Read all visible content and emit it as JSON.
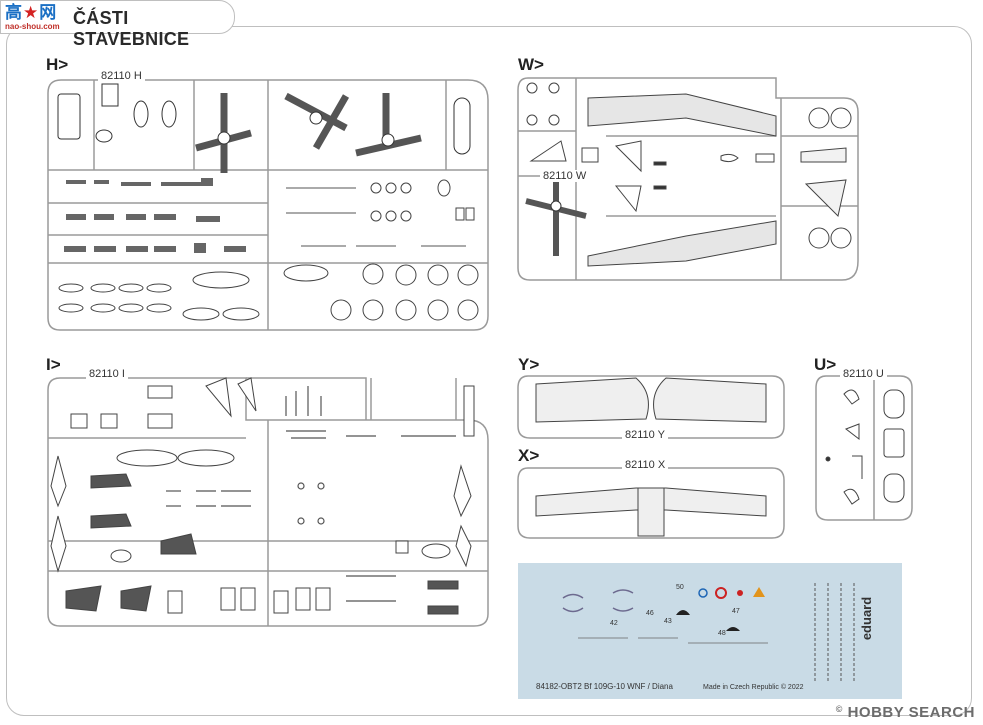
{
  "header": {
    "logo_cn_a": "高",
    "logo_cn_b": "网",
    "logo_url": "nao-shou.com",
    "title": "ČÁSTI STAVEBNICE"
  },
  "sprues": [
    {
      "label": "H>",
      "code": "82110 H"
    },
    {
      "label": "W>",
      "code": "82110 W"
    },
    {
      "label": "I>",
      "code": "82110 I"
    },
    {
      "label": "Y>",
      "code": "82110 Y"
    },
    {
      "label": "X>",
      "code": "82110 X"
    },
    {
      "label": "U>",
      "code": "82110 U"
    }
  ],
  "decal_sheet": {
    "info": "84182-OBT2  Bf 109G-10 WNF / Diana",
    "made": "Made in Czech Republic © 2022",
    "brand": "eduard",
    "numbers": [
      "50",
      "46",
      "47",
      "48",
      "42",
      "43"
    ]
  },
  "watermark": {
    "text": "HOBBY SEARCH",
    "mark": "©"
  },
  "colors": {
    "sprue_stroke": "#9a9a9a",
    "decal_bg": "#c9dbe6",
    "logo_blue": "#1a6fc4",
    "logo_red": "#d42222"
  }
}
